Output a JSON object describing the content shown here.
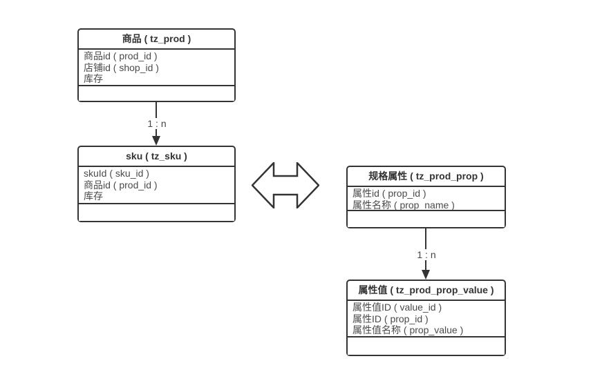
{
  "diagram": {
    "entities": [
      {
        "title": "商品 ( tz_prod )",
        "fields": [
          "商品id ( prod_id )",
          "店铺id ( shop_id )",
          "库存"
        ]
      },
      {
        "title": "sku ( tz_sku )",
        "fields": [
          "skuId ( sku_id )",
          "商品id ( prod_id )",
          "库存"
        ]
      },
      {
        "title": "规格属性 ( tz_prod_prop )",
        "fields": [
          "属性id ( prop_id )",
          "属性名称 ( prop_name )"
        ]
      },
      {
        "title": "属性值 ( tz_prod_prop_value )",
        "fields": [
          "属性值ID ( value_id )",
          "属性ID ( prop_id )",
          "属性值名称 ( prop_value )"
        ]
      }
    ],
    "connectors": [
      {
        "label": "1 : n"
      },
      {
        "label": "1 : n"
      }
    ],
    "icons": {
      "double_arrow": "left-right-arrow"
    },
    "colors": {
      "line": "#333333",
      "text": "#404040",
      "background": "#ffffff"
    }
  }
}
